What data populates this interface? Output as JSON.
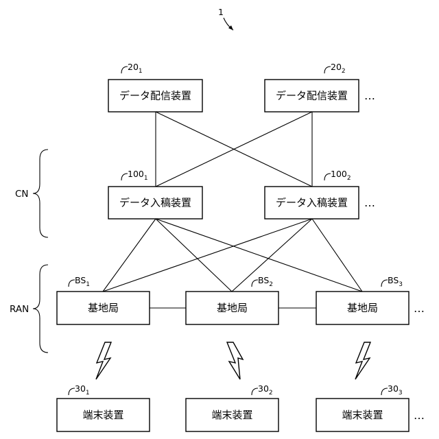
{
  "figure": {
    "ref": "1"
  },
  "ellipsis": "…",
  "groups": [
    {
      "id": "cn",
      "label": "CN"
    },
    {
      "id": "ran",
      "label": "RAN"
    }
  ],
  "nodes": {
    "distribution": [
      {
        "label": "データ配信装置",
        "ref": "20",
        "sub": "1"
      },
      {
        "label": "データ配信装置",
        "ref": "20",
        "sub": "2"
      }
    ],
    "contribution": [
      {
        "label": "データ入稿装置",
        "ref": "100",
        "sub": "1"
      },
      {
        "label": "データ入稿装置",
        "ref": "100",
        "sub": "2"
      }
    ],
    "base_stations": [
      {
        "label": "基地局",
        "ref": "BS",
        "sub": "1"
      },
      {
        "label": "基地局",
        "ref": "BS",
        "sub": "2"
      },
      {
        "label": "基地局",
        "ref": "BS",
        "sub": "3"
      }
    ],
    "terminals": [
      {
        "label": "端末装置",
        "ref": "30",
        "sub": "1"
      },
      {
        "label": "端末装置",
        "ref": "30",
        "sub": "2"
      },
      {
        "label": "端末装置",
        "ref": "30",
        "sub": "3"
      }
    ]
  }
}
